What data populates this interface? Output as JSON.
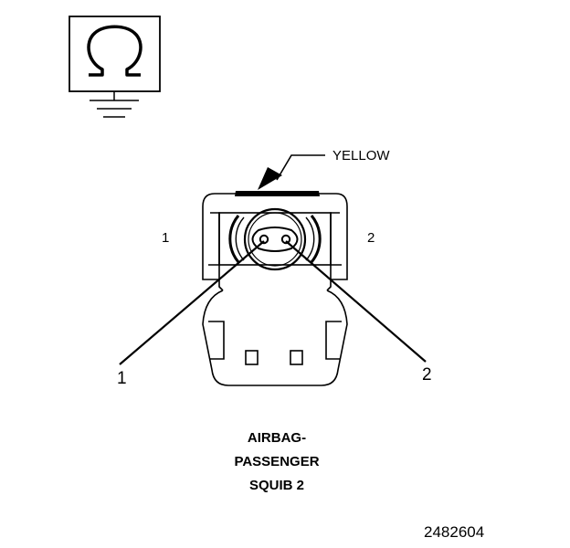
{
  "symbol": {
    "icon": "ohmmeter-ground-icon"
  },
  "connector": {
    "wire_color": "YELLOW",
    "cavity_left": "1",
    "cavity_right": "2",
    "lead_left": "1",
    "lead_right": "2"
  },
  "title": {
    "line1": "AIRBAG-",
    "line2": "PASSENGER",
    "line3": "SQUIB 2"
  },
  "figure_number": "2482604"
}
